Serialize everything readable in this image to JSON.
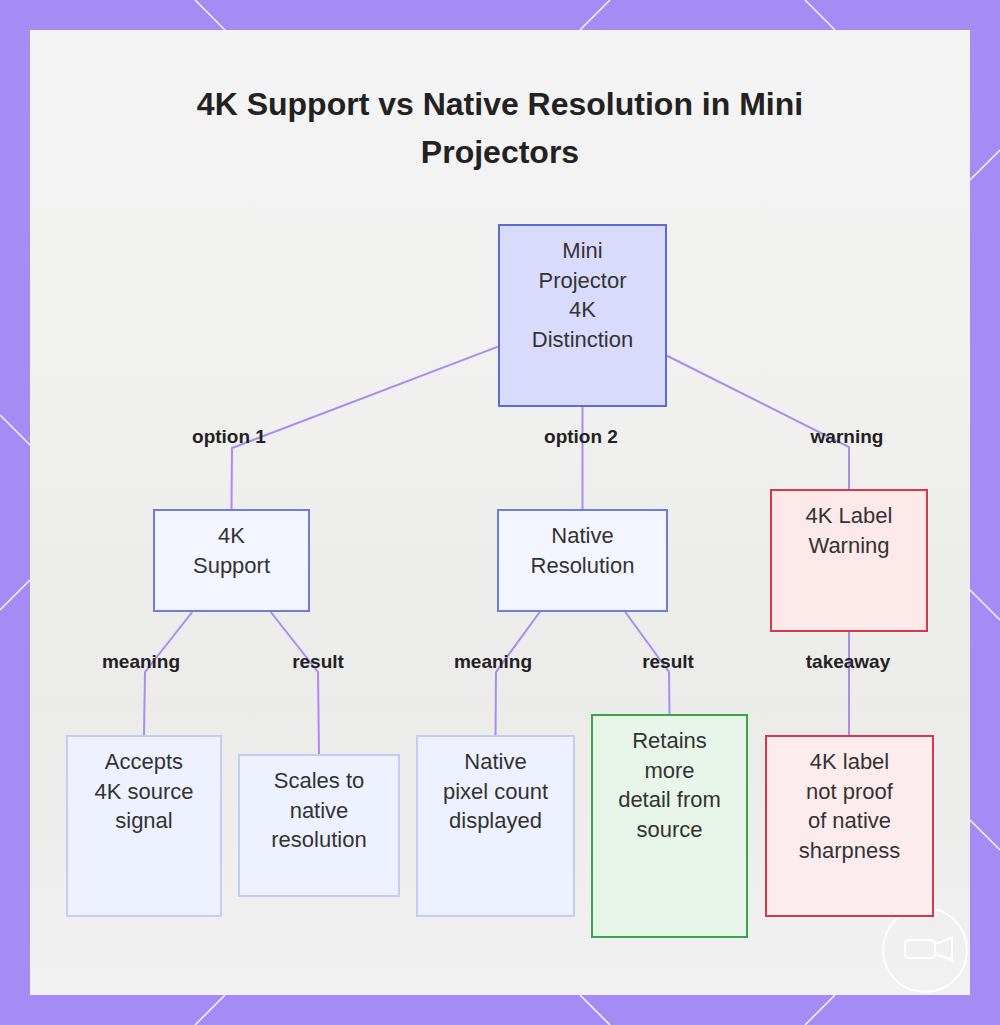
{
  "diagram": {
    "title": "4K Support vs Native Resolution in Mini Projectors",
    "nodes": [
      {
        "text": [
          "Mini Projector 4K Distinction"
        ]
      },
      {
        "text": [
          "4K Support"
        ]
      },
      {
        "text": [
          "Native Resolution"
        ]
      },
      {
        "text": [
          "4K Label Warning"
        ]
      },
      {
        "text": [
          "Accepts 4K source signal"
        ]
      },
      {
        "text": [
          "Scales to native resolution"
        ]
      },
      {
        "text": [
          "Native pixel count displayed"
        ]
      },
      {
        "text": [
          "Retains more detail from source"
        ]
      },
      {
        "text": [
          "4K label not proof of native sharpness"
        ]
      }
    ],
    "edges": [
      {
        "from": 0,
        "to": 1,
        "label": "option 1",
        "arrow": "none"
      },
      {
        "from": 0,
        "to": 2,
        "label": "option 2",
        "arrow": "none"
      },
      {
        "from": 0,
        "to": 3,
        "label": "warning",
        "arrow": "none"
      },
      {
        "from": 1,
        "to": 4,
        "label": "meaning",
        "arrow": "none"
      },
      {
        "from": 1,
        "to": 5,
        "label": "result",
        "arrow": "none"
      },
      {
        "from": 2,
        "to": 6,
        "label": "meaning",
        "arrow": "none"
      },
      {
        "from": 2,
        "to": 7,
        "label": "result",
        "arrow": "none"
      },
      {
        "from": 3,
        "to": 8,
        "label": "takeaway",
        "arrow": "none"
      }
    ]
  }
}
